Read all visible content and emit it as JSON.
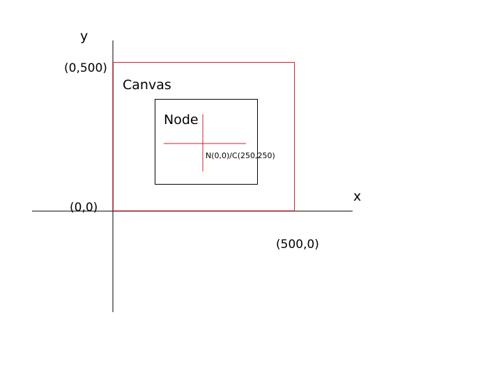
{
  "labels": {
    "y_axis": "y",
    "x_axis": "x",
    "canvas_top_left": "(0,500)",
    "canvas_origin": "(0,0)",
    "canvas_bottom_right": "(500,0)",
    "canvas": "Canvas",
    "node": "Node",
    "node_origin": "N(0,0)/C(250,250)"
  },
  "colors": {
    "axis": "#000000",
    "canvas_border": "#d21f2b",
    "node_border": "#000000",
    "cross": "#d21f2b",
    "text": "#000000"
  }
}
